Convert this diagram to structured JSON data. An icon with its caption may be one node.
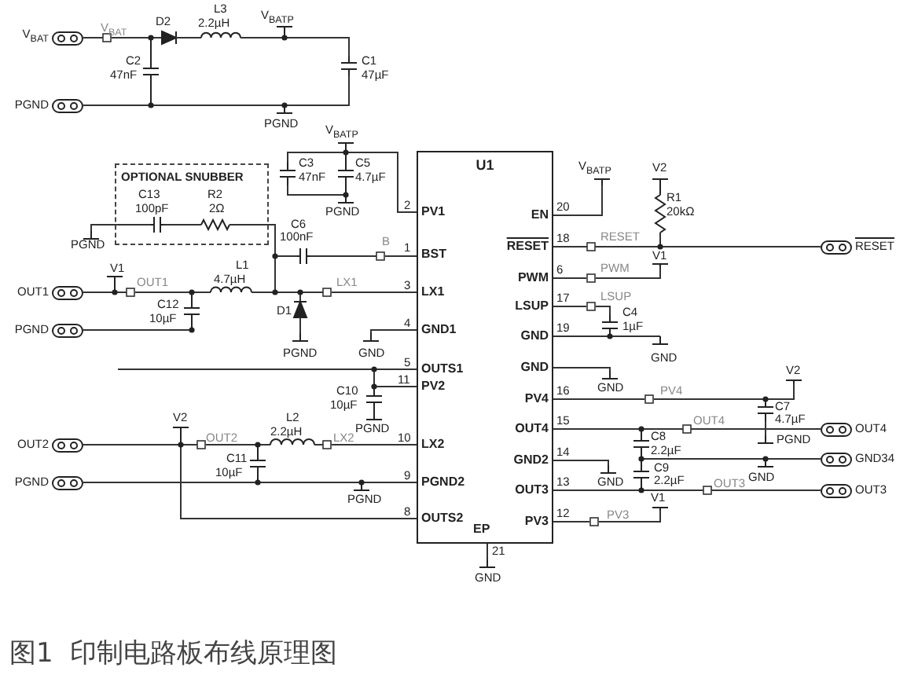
{
  "diagram": {
    "caption": "图1  印制电路板布线原理图",
    "nodes": [
      {
        "text": [
          "V$_{BAT}$"
        ]
      },
      {
        "text": [
          "PGND"
        ]
      },
      {
        "text": [
          "OPTIONAL SNUBBER"
        ]
      },
      {
        "text": [
          "U1"
        ]
      },
      {
        "text": [
          "RESET"
        ]
      },
      {
        "text": [
          "OUT1"
        ]
      },
      {
        "text": [
          "PGND"
        ]
      },
      {
        "text": [
          "OUT2"
        ]
      },
      {
        "text": [
          "OUT4"
        ]
      },
      {
        "text": [
          "GND34"
        ]
      },
      {
        "text": [
          "PGND"
        ]
      },
      {
        "text": [
          "OUT3"
        ]
      }
    ],
    "edges": [
      {
        "from": 4,
        "to": 3,
        "arrow": "none"
      },
      {
        "from": 7,
        "to": 3,
        "arrow": "none"
      },
      {
        "from": 8,
        "to": 3,
        "arrow": "none"
      },
      {
        "from": 10,
        "to": 3,
        "arrow": "none"
      },
      {
        "from": 11,
        "to": 3,
        "arrow": "none"
      }
    ],
    "labels": [
      "V$_{BAT}$",
      "D2",
      "L3",
      "2.2µH",
      "V$_{BATP}$",
      "C2",
      "47nF",
      "C1",
      "47µF",
      "PGND",
      "V$_{BATP}$",
      "C3",
      "47nF",
      "C5",
      "4.7µF",
      "C13",
      "R2",
      "100pF",
      "2Ω",
      "PGND",
      "PGND",
      "C6",
      "100nF",
      "B",
      "V1",
      "OUT1",
      "L1",
      "4.7µH",
      "LX1",
      "C12",
      "10µF",
      "D1",
      "PGND",
      "GND",
      "C10",
      "10µF",
      "PGND",
      "V2",
      "OUT2",
      "L2",
      "2.2µH",
      "LX2",
      "C11",
      "10µF",
      "PGND",
      "2",
      "PV1",
      "1",
      "BST",
      "3",
      "LX1",
      "4",
      "GND1",
      "5",
      "OUTS1",
      "11",
      "PV2",
      "10",
      "LX2",
      "9",
      "PGND2",
      "8",
      "OUTS2",
      "20",
      "EN",
      "18",
      "RESET",
      "6",
      "PWM",
      "17",
      "LSUP",
      "19",
      "GND",
      "GND",
      "16",
      "PV4",
      "15",
      "OUT4",
      "14",
      "GND2",
      "13",
      "OUT3",
      "12",
      "PV3",
      "EP",
      "21",
      "GND",
      "V$_{BATP}$",
      "V2",
      "R1",
      "20kΩ",
      "RESET",
      "PWM",
      "V1",
      "LSUP",
      "C4",
      "1µF",
      "GND",
      "GND",
      "PV4",
      "V2",
      "C7",
      "4.7µF",
      "OUT4",
      "PGND",
      "C8",
      "2.2µF",
      "C9",
      "2.2µF",
      "GND",
      "GND",
      "OUT3",
      "PV3",
      "V1"
    ]
  }
}
